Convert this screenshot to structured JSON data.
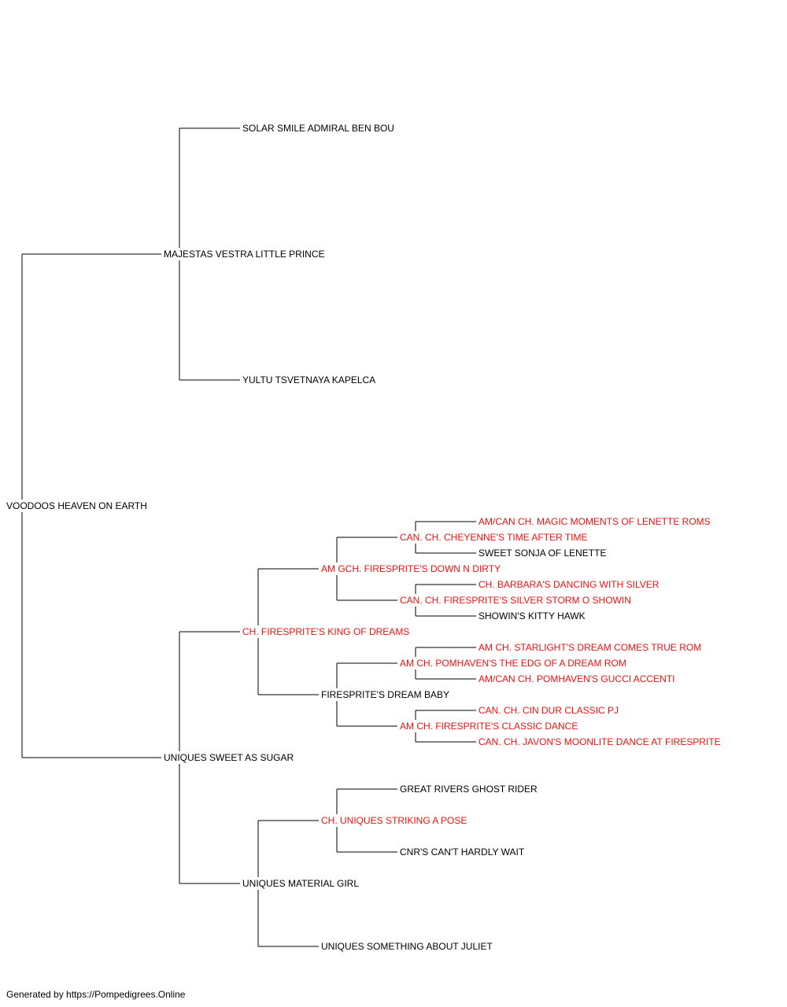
{
  "colors": {
    "normal": "#000000",
    "champion": "#ee1111",
    "line": "#000000"
  },
  "pedigree": {
    "name": "VOODOOS HEAVEN ON EARTH",
    "champion": false,
    "sire": {
      "name": "MAJESTAS VESTRA LITTLE PRINCE",
      "champion": false,
      "sire": {
        "name": "SOLAR SMILE ADMIRAL BEN BOU",
        "champion": false
      },
      "dam": {
        "name": "YULTU TSVETNAYA KAPELCA",
        "champion": false
      }
    },
    "dam": {
      "name": "UNIQUES SWEET AS SUGAR",
      "champion": false,
      "sire": {
        "name": "CH. FIRESPRITE'S KING OF DREAMS",
        "champion": true,
        "sire": {
          "name": "AM GCH. FIRESPRITE'S DOWN N DIRTY",
          "champion": true,
          "sire": {
            "name": "CAN. CH. CHEYENNE'S TIME AFTER TIME",
            "champion": true,
            "sire": {
              "name": "AM/CAN CH. MAGIC MOMENTS OF LENETTE ROMS",
              "champion": true
            },
            "dam": {
              "name": "SWEET SONJA OF LENETTE",
              "champion": false
            }
          },
          "dam": {
            "name": "CAN. CH. FIRESPRITE'S SILVER STORM O SHOWIN",
            "champion": true,
            "sire": {
              "name": "CH. BARBARA'S DANCING WITH SILVER",
              "champion": true
            },
            "dam": {
              "name": "SHOWIN'S KITTY HAWK",
              "champion": false
            }
          }
        },
        "dam": {
          "name": "FIRESPRITE'S DREAM BABY",
          "champion": false,
          "sire": {
            "name": "AM CH. POMHAVEN'S THE EDG OF A DREAM ROM",
            "champion": true,
            "sire": {
              "name": "AM CH. STARLIGHT'S DREAM COMES TRUE ROM",
              "champion": true
            },
            "dam": {
              "name": "AM/CAN CH. POMHAVEN'S GUCCI ACCENTI",
              "champion": true
            }
          },
          "dam": {
            "name": "AM CH. FIRESPRITE'S CLASSIC DANCE",
            "champion": true,
            "sire": {
              "name": "CAN. CH. CIN DUR CLASSIC PJ",
              "champion": true
            },
            "dam": {
              "name": "CAN. CH. JAVON'S MOONLITE DANCE AT FIRESPRITE",
              "champion": true
            }
          }
        }
      },
      "dam": {
        "name": "UNIQUES MATERIAL GIRL",
        "champion": false,
        "sire": {
          "name": "CH. UNIQUES STRIKING A POSE",
          "champion": true,
          "sire": {
            "name": "GREAT RIVERS GHOST RIDER",
            "champion": false
          },
          "dam": {
            "name": "CNR'S CAN'T HARDLY WAIT",
            "champion": false
          }
        },
        "dam": {
          "name": "UNIQUES SOMETHING ABOUT JULIET",
          "champion": false
        }
      }
    }
  },
  "footer": {
    "text": "Generated by https://Pompedigrees.Online"
  }
}
